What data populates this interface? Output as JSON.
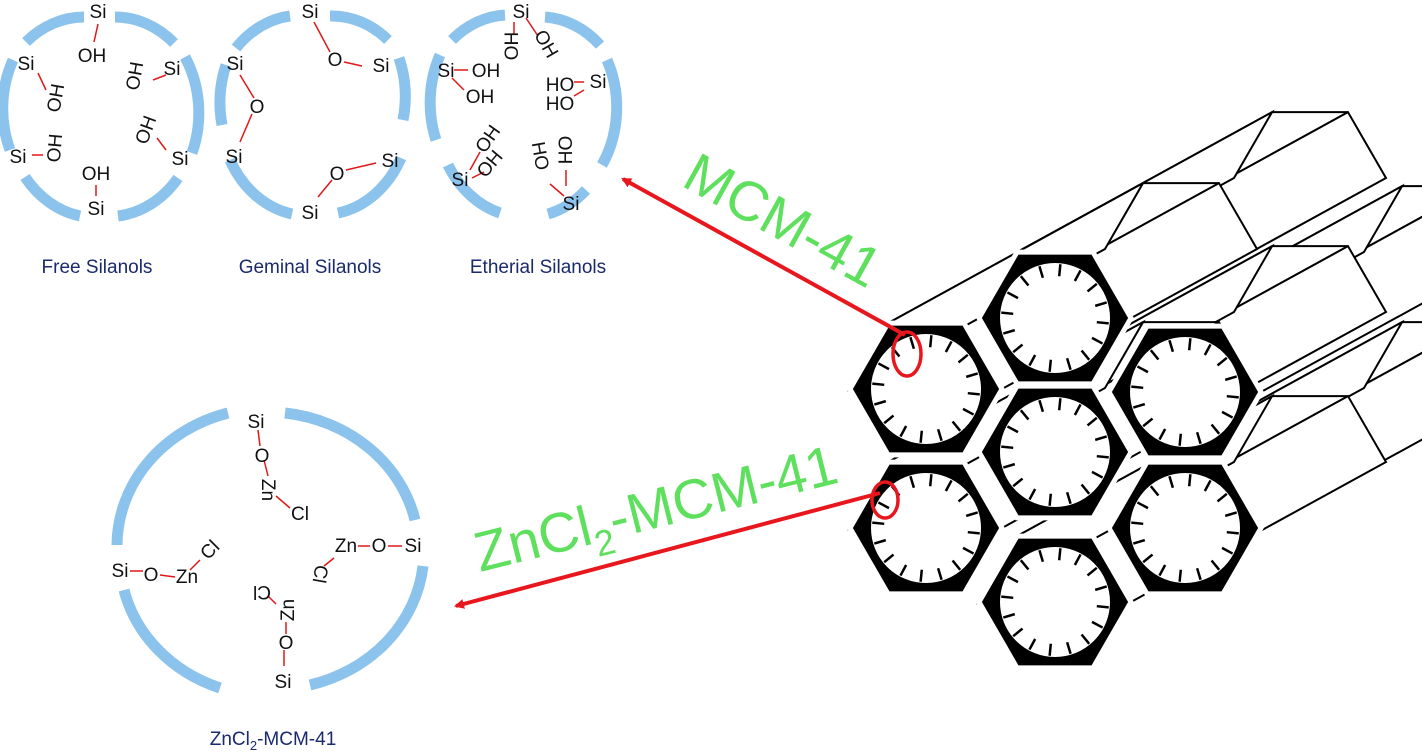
{
  "colors": {
    "pore_wall": "#8cc3ec",
    "bond": "#e01818",
    "arrow": "#e8161d",
    "label_green": "#5ee05e",
    "caption_navy": "#1a2a6c",
    "honeycomb": "#000000"
  },
  "captions": {
    "free": "Free Silanols",
    "geminal": "Geminal Silanols",
    "etherial": "Etherial Silanols",
    "zncl2_main": "ZnCl",
    "zncl2_sub": "2",
    "zncl2_rest": "-MCM-41"
  },
  "labels": {
    "mcm41": "MCM-41",
    "zncl2_main": "ZnCl",
    "zncl2_sub": "2",
    "zncl2_rest": "-MCM-41"
  },
  "atoms": {
    "si": "Si",
    "oh": "OH",
    "ho": "HO",
    "o": "O",
    "zn": "Zn",
    "cl": "Cl"
  }
}
